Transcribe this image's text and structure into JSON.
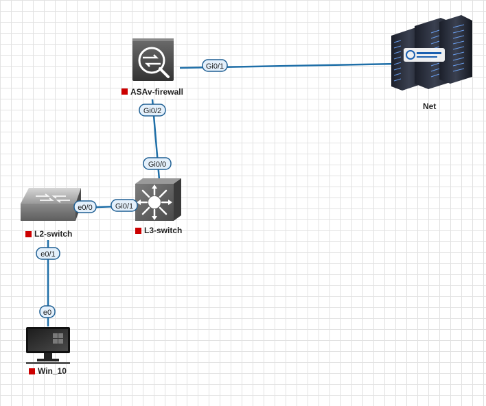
{
  "nodes": {
    "firewall": {
      "label": "ASAv-firewall",
      "status_color": "#cc0000"
    },
    "net": {
      "label": "Net"
    },
    "l3switch": {
      "label": "L3-switch",
      "status_color": "#cc0000"
    },
    "l2switch": {
      "label": "L2-switch",
      "status_color": "#cc0000"
    },
    "win10": {
      "label": "Win_10",
      "status_color": "#cc0000"
    }
  },
  "interfaces": {
    "fw_gi01": "Gi0/1",
    "fw_gi02": "Gi0/2",
    "l3_gi00": "Gi0/0",
    "l3_gi01": "Gi0/1",
    "l2_e00": "e0/0",
    "l2_e01": "e0/1",
    "win_e0": "e0"
  },
  "links": [
    {
      "from": "ASAv-firewall",
      "to": "Net"
    },
    {
      "from": "ASAv-firewall",
      "to": "L3-switch"
    },
    {
      "from": "L3-switch",
      "to": "L2-switch"
    },
    {
      "from": "L2-switch",
      "to": "Win_10"
    }
  ],
  "colors": {
    "link": "#1f6fa8",
    "status": "#cc0000"
  },
  "icons": {
    "firewall": "firewall-icon",
    "net": "server-rack-icon",
    "l3switch": "layer3-switch-icon",
    "l2switch": "layer2-switch-icon",
    "win10": "desktop-computer-icon"
  }
}
